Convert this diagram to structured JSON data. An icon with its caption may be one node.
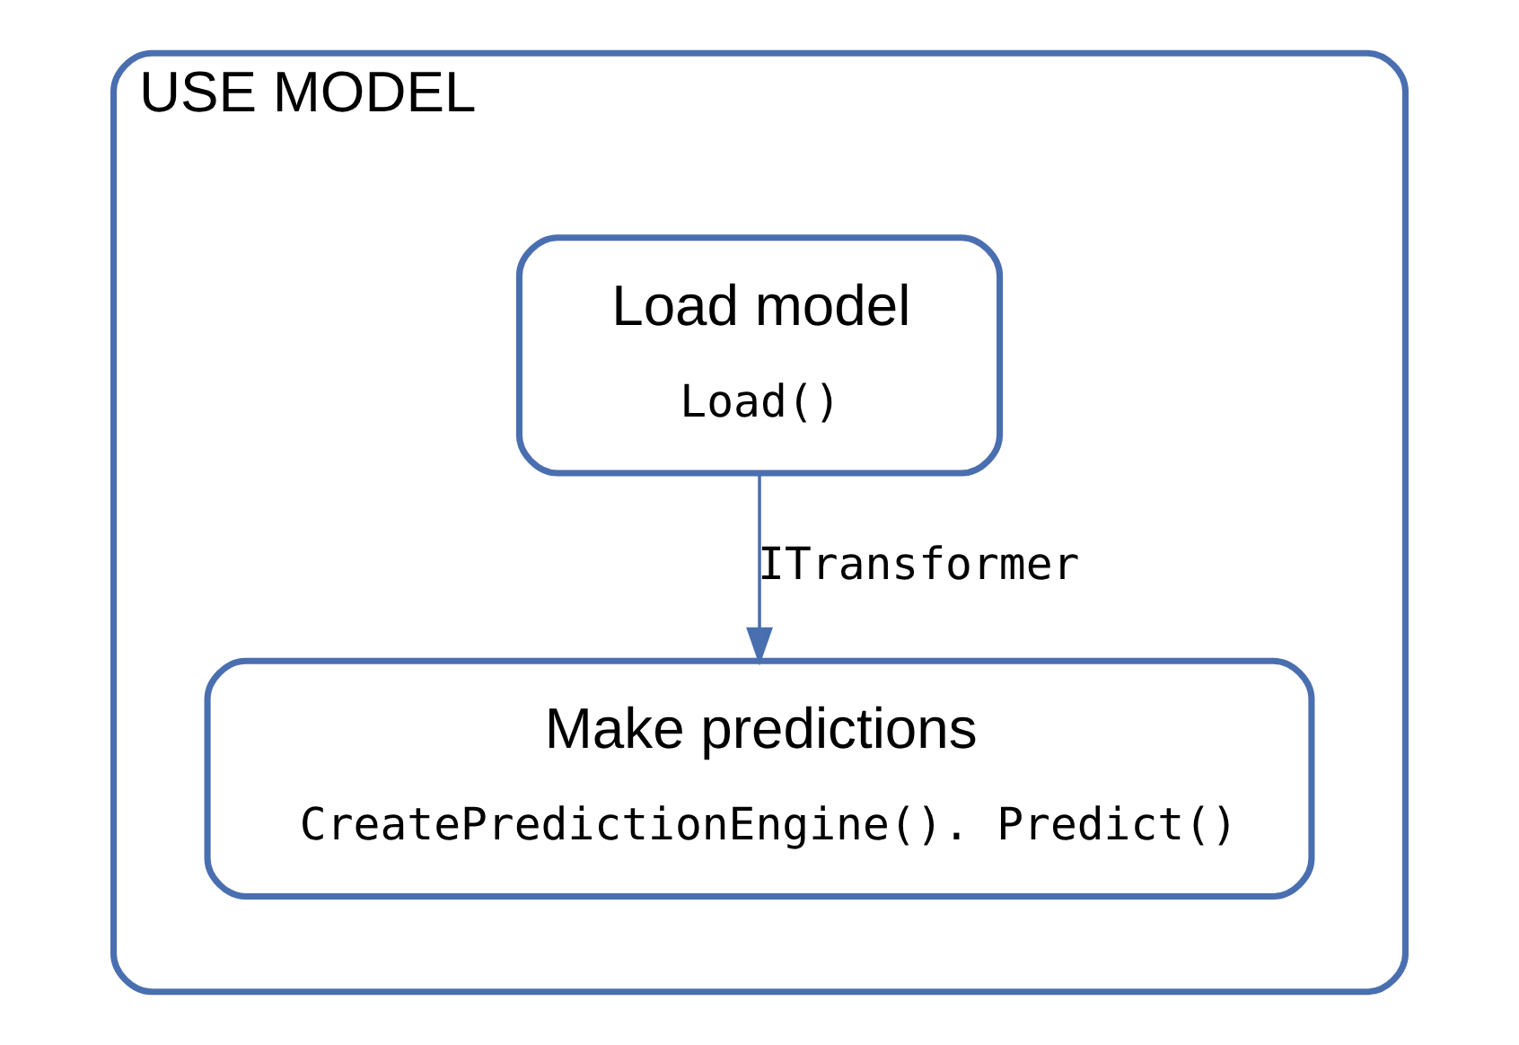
{
  "diagram": {
    "nodes": [
      {
        "text": [
          "USE MODEL"
        ]
      },
      {
        "text": [
          "Load model",
          "Load()"
        ],
        "in": 0
      },
      {
        "text": [
          "Make predictions",
          "CreatePredictionEngine(). Predict()"
        ],
        "in": 0
      }
    ],
    "edges": [
      {
        "from": 1,
        "to": 2,
        "arrow": "to",
        "label": "ITransformer"
      }
    ]
  }
}
